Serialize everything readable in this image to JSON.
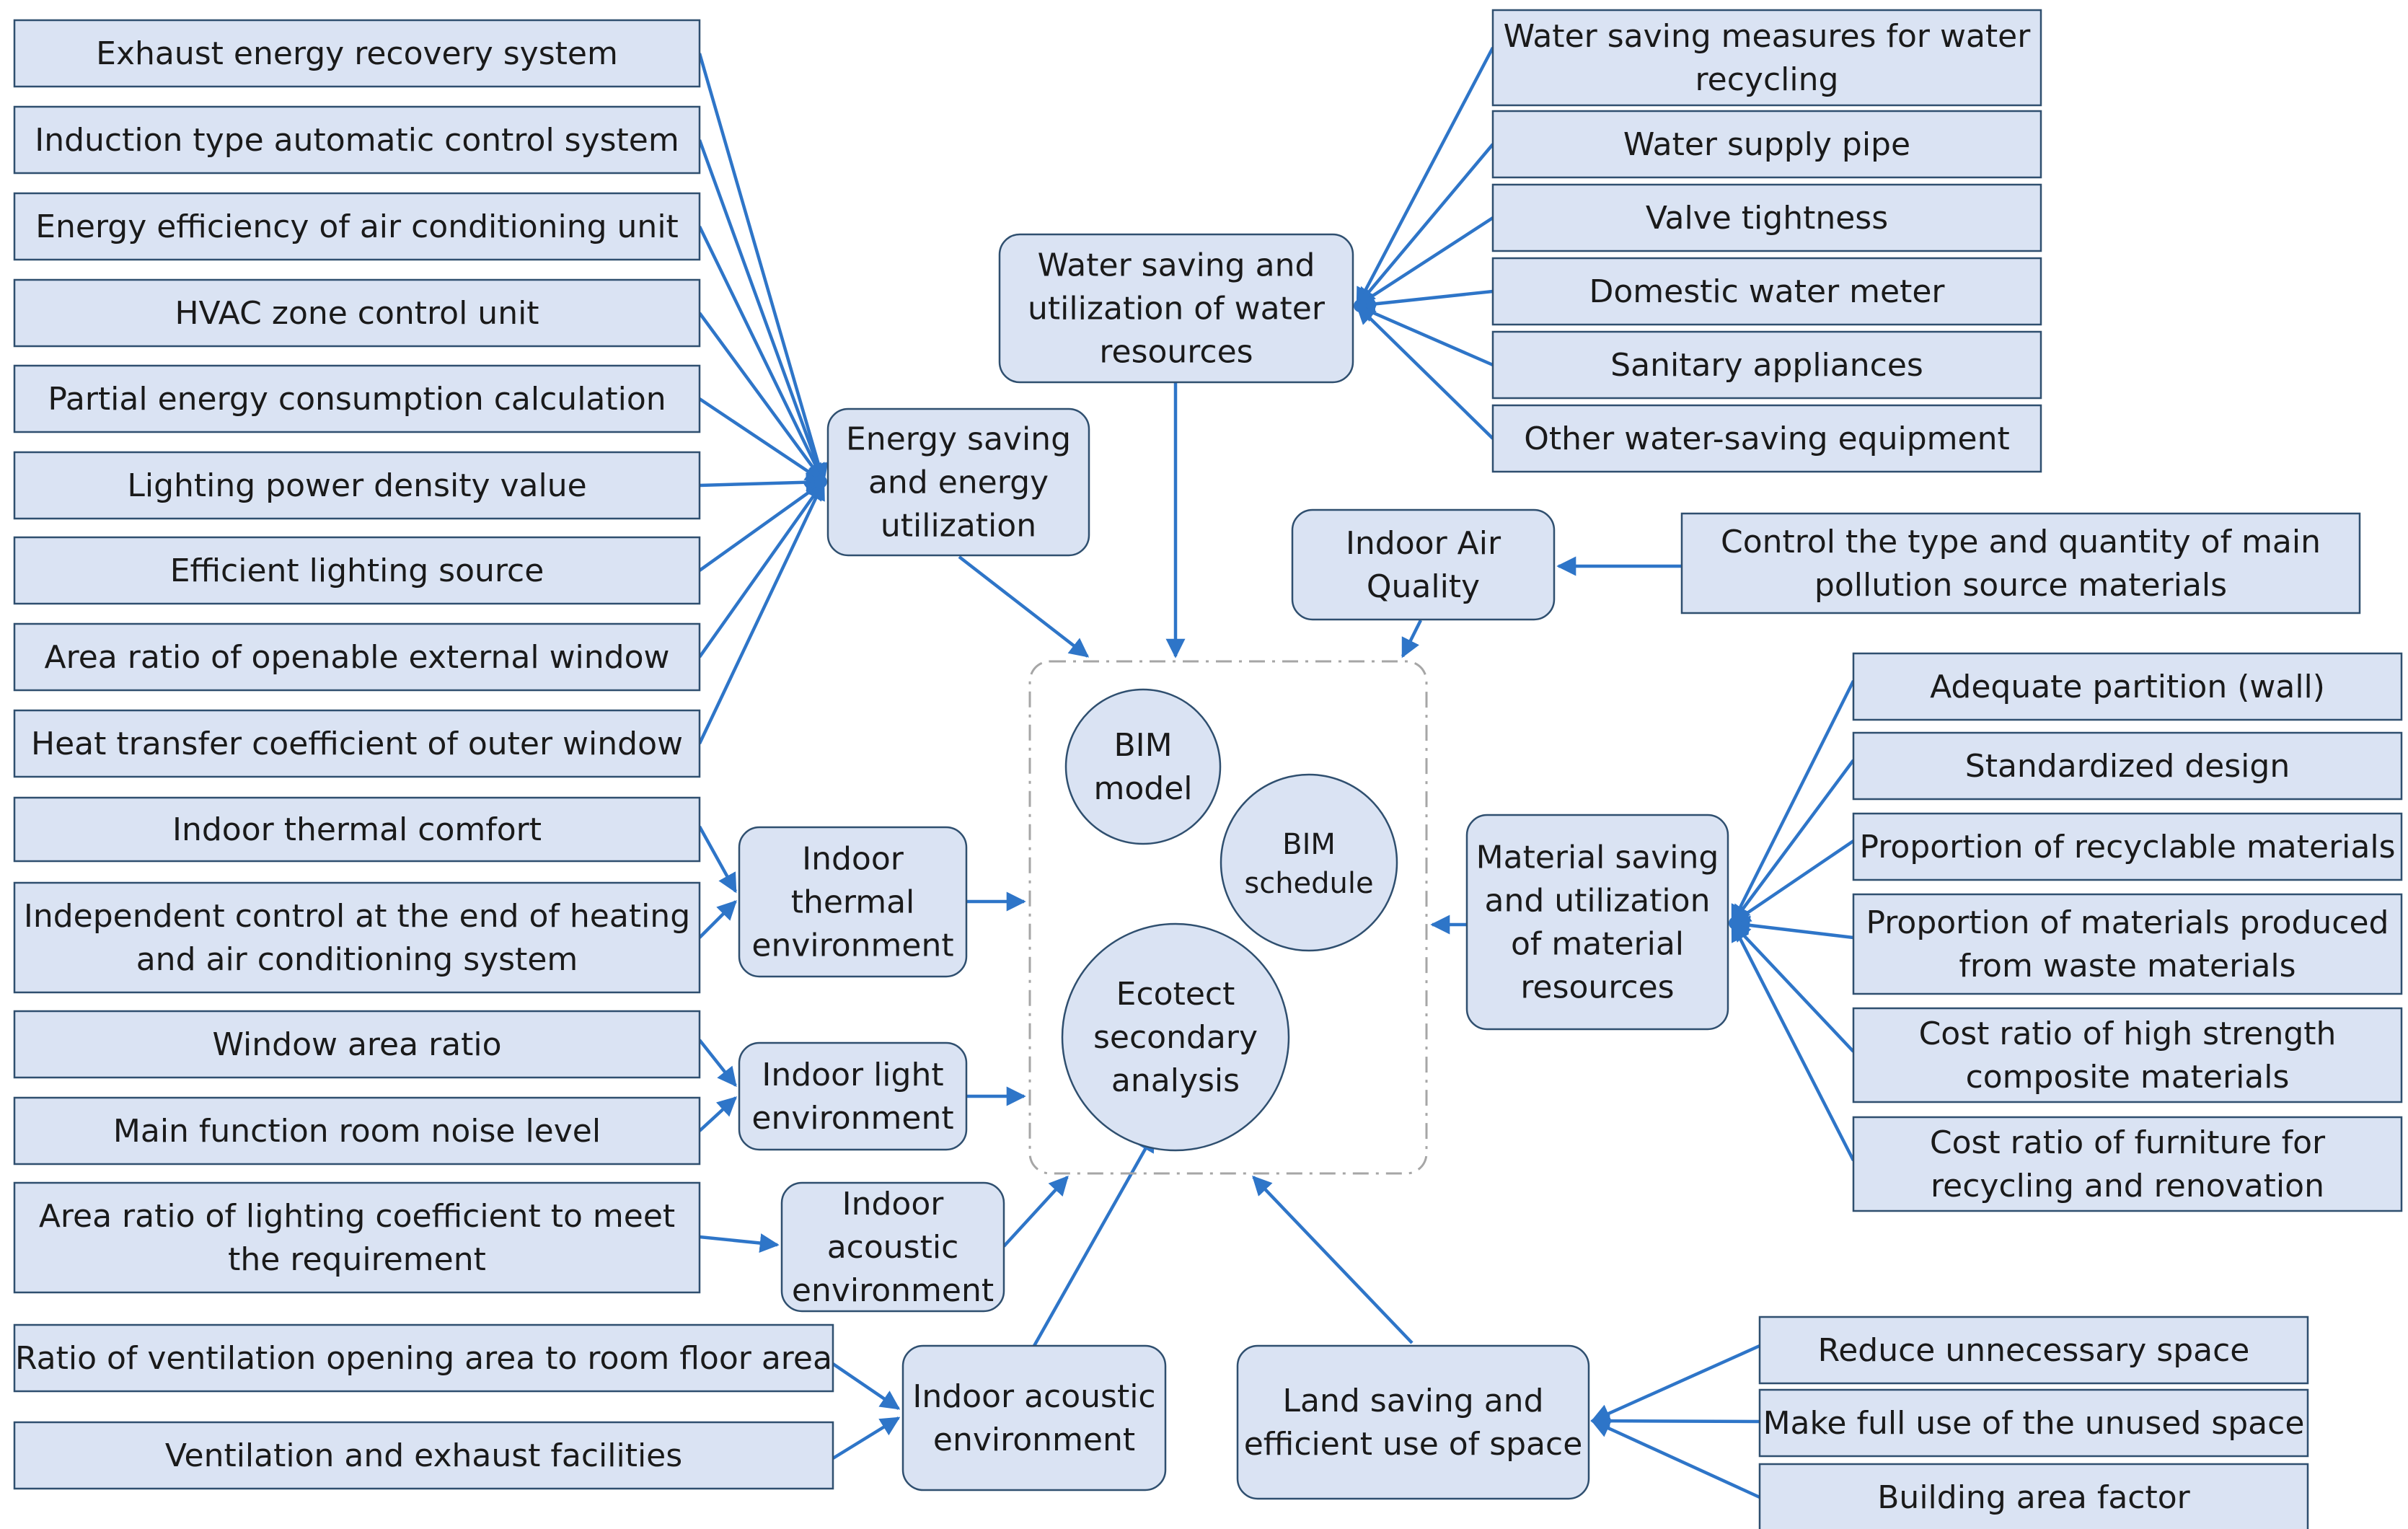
{
  "colors": {
    "fill": "#dae3f3",
    "box_stroke": "#2f4f6f",
    "arrow": "#2e75c8",
    "frame": "#a6a6a6",
    "text": "#1a1a1a"
  },
  "left_items": [
    "Exhaust energy recovery system",
    "Induction type automatic control system",
    "Energy efficiency of air conditioning unit",
    "HVAC zone control unit",
    "Partial energy consumption calculation",
    "Lighting power density value",
    "Efficient lighting source",
    "Area ratio of openable external window",
    "Heat transfer coefficient of outer window",
    "Indoor thermal comfort",
    [
      "Independent control at the end of heating",
      "and air conditioning system"
    ],
    "Window area ratio",
    "Main function room noise level",
    [
      "Area ratio of lighting coefficient to meet",
      "the requirement"
    ]
  ],
  "bottom_left_items": [
    "Ratio of ventilation opening area to room floor area",
    "Ventilation and exhaust facilities"
  ],
  "top_right_items": [
    [
      "Water saving measures for water",
      "recycling"
    ],
    "Water supply pipe",
    "Valve tightness",
    "Domestic water meter",
    "Sanitary appliances",
    "Other water-saving equipment"
  ],
  "air_source": [
    "Control the type and quantity of main",
    "pollution source materials"
  ],
  "right_items": [
    "Adequate partition (wall)",
    "Standardized design",
    "Proportion of recyclable materials",
    [
      "Proportion of materials produced",
      "from waste materials"
    ],
    [
      "Cost ratio of high strength",
      "composite materials"
    ],
    [
      "Cost ratio of furniture for",
      "recycling and renovation"
    ]
  ],
  "bottom_right_items": [
    "Reduce unnecessary space",
    "Make full use of the unused space",
    "Building area factor"
  ],
  "hubs": {
    "energy": [
      "Energy saving",
      "and energy",
      "utilization"
    ],
    "water": [
      "Water saving and",
      "utilization of water",
      "resources"
    ],
    "air": [
      "Indoor Air",
      "Quality"
    ],
    "thermal": [
      "Indoor",
      "thermal",
      "environment"
    ],
    "light": [
      "Indoor light",
      "environment"
    ],
    "acoustic1": [
      "Indoor",
      "acoustic",
      "environment"
    ],
    "acoustic2": [
      "Indoor acoustic",
      "environment"
    ],
    "land": [
      "Land saving and",
      "efficient use of space"
    ],
    "material": [
      "Material saving",
      "and utilization",
      "of material",
      "resources"
    ]
  },
  "center": {
    "bim_model": [
      "BIM",
      "model"
    ],
    "bim_schedule": [
      "BIM",
      "schedule"
    ],
    "ecotect": [
      "Ecotect",
      "secondary",
      "analysis"
    ]
  }
}
